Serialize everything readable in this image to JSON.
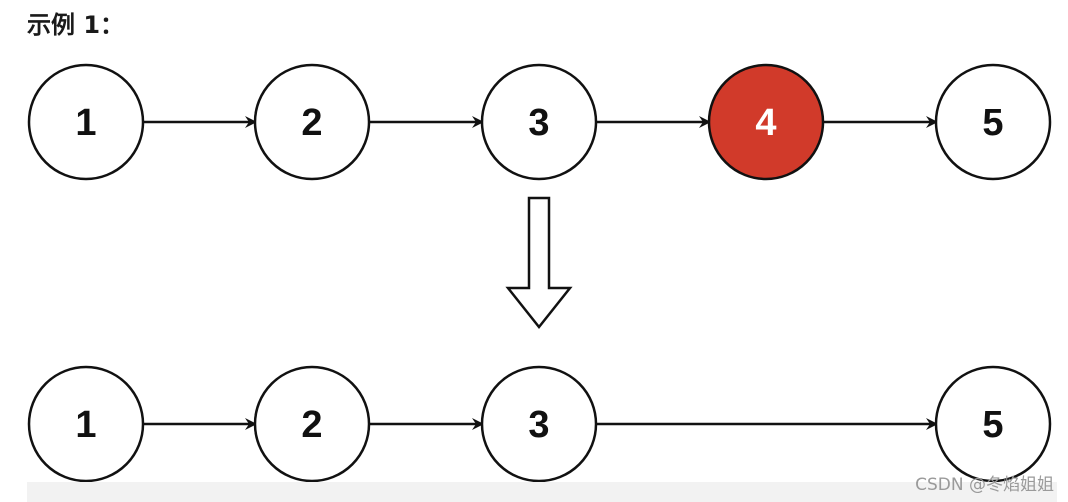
{
  "title": "示例 1：",
  "watermark": "CSDN @冬焰姐姐",
  "colors": {
    "highlight_fill": "#d13a2a",
    "highlight_text": "#ffffff",
    "node_fill": "#ffffff",
    "node_stroke": "#111111",
    "text": "#111111",
    "arrow": "#111111"
  },
  "before_list": {
    "nodes": [
      {
        "label": "1",
        "highlight": false
      },
      {
        "label": "2",
        "highlight": false
      },
      {
        "label": "3",
        "highlight": false
      },
      {
        "label": "4",
        "highlight": true
      },
      {
        "label": "5",
        "highlight": false
      }
    ]
  },
  "after_list": {
    "nodes": [
      {
        "label": "1"
      },
      {
        "label": "2"
      },
      {
        "label": "3"
      },
      {
        "label": "5"
      }
    ]
  }
}
